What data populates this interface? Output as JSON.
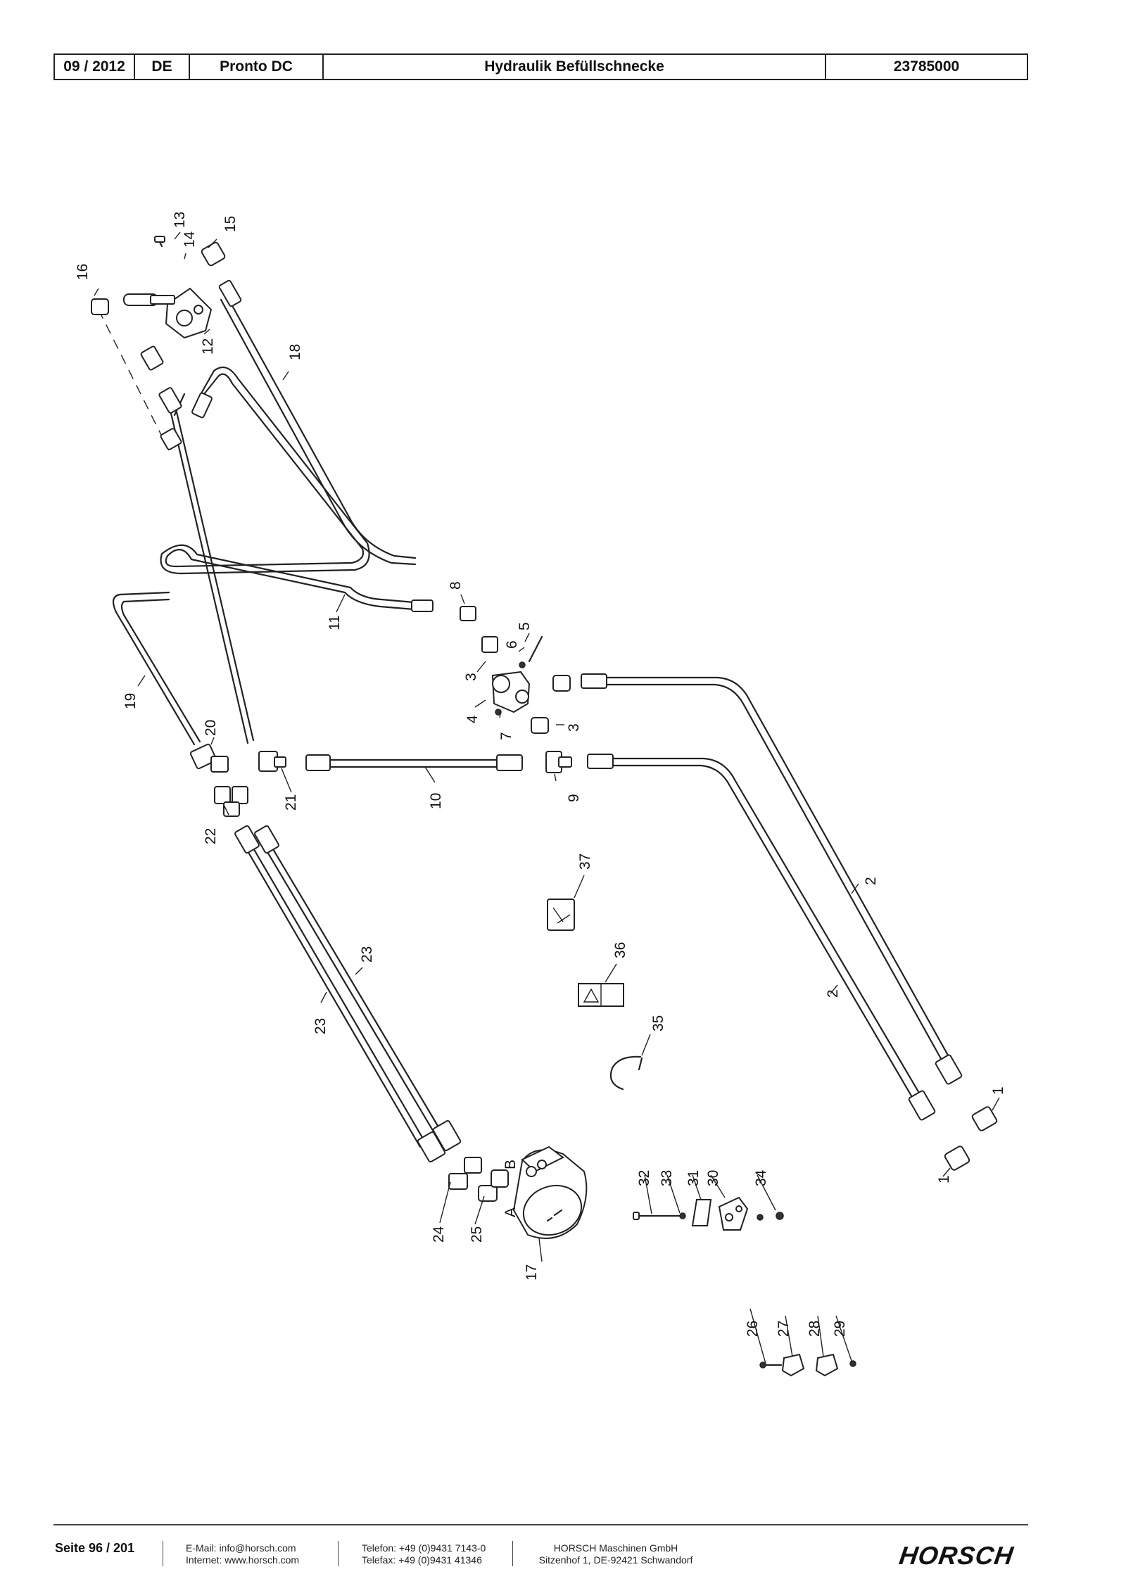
{
  "header": {
    "date": "09 / 2012",
    "lang": "DE",
    "model": "Pronto DC",
    "title": "Hydraulik Befüllschnecke",
    "number": "23785000"
  },
  "drawing": {
    "labels": [
      "1",
      "1",
      "2",
      "2",
      "3",
      "3",
      "4",
      "5",
      "6",
      "7",
      "8",
      "9",
      "10",
      "11",
      "12",
      "13",
      "14",
      "15",
      "16",
      "17",
      "18",
      "19",
      "20",
      "21",
      "22",
      "23",
      "23",
      "24",
      "25",
      "26",
      "27",
      "28",
      "29",
      "30",
      "31",
      "32",
      "33",
      "34",
      "35",
      "36",
      "37"
    ],
    "port_a": "A",
    "port_b": "B"
  },
  "footer": {
    "page": "Seite 96 / 201",
    "email": "E-Mail: info@horsch.com",
    "internet": "Internet: www.horsch.com",
    "phone": "Telefon: +49 (0)9431 7143-0",
    "fax": "Telefax: +49 (0)9431 41346",
    "company": "HORSCH Maschinen GmbH",
    "address": "Sitzenhof 1, DE-92421 Schwandorf",
    "logo": "HORSCH"
  }
}
